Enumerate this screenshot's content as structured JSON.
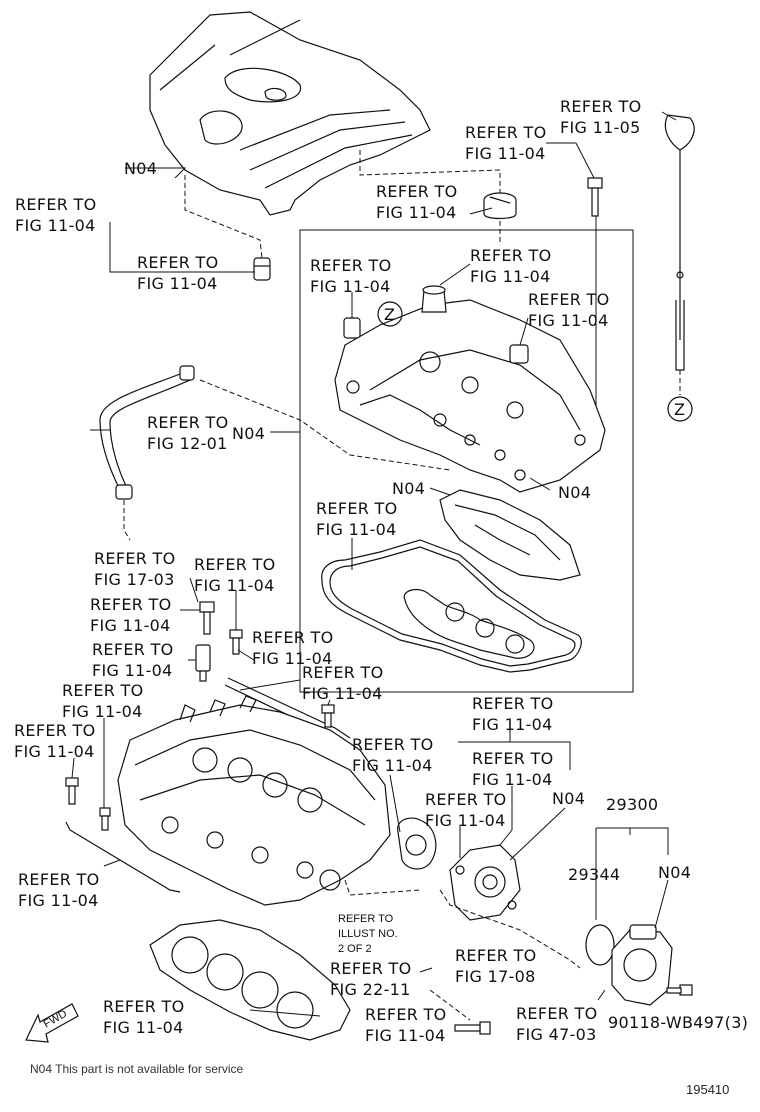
{
  "labels": {
    "ref_11_05_top_a": "REFER TO",
    "ref_11_05_top_b": "FIG 11-05",
    "ref_dipstick_a": "REFER TO",
    "ref_dipstick_b": "FIG 11-04",
    "ref_cover_left_a": "REFER TO",
    "ref_cover_left_b": "FIG 11-04",
    "ref_oilcap_a": "REFER TO",
    "ref_oilcap_b": "FIG 11-04",
    "ref_grommet_a": "REFER TO",
    "ref_grommet_b": "FIG 11-04",
    "ref_plug_mid_a": "REFER TO",
    "ref_plug_mid_b": "FIG 11-04",
    "ref_plug_left_a": "REFER TO",
    "ref_plug_left_b": "FIG 11-04",
    "ref_plug_right_a": "REFER TO",
    "ref_plug_right_b": "FIG 11-04",
    "ref_pcv_a": "REFER TO",
    "ref_pcv_b": "FIG 12-01",
    "ref_gasket_a": "REFER TO",
    "ref_gasket_b": "FIG 11-04",
    "ref_17_03_a": "REFER TO",
    "ref_17_03_b": "FIG 17-03",
    "ref_bolt_top_a": "REFER TO",
    "ref_bolt_top_b": "FIG 11-04",
    "ref_stud_a": "REFER TO",
    "ref_stud_b": "FIG 11-04",
    "ref_sensor_a": "REFER TO",
    "ref_sensor_b": "FIG 11-04",
    "ref_rail_a": "REFER TO",
    "ref_rail_b": "FIG 11-04",
    "ref_bolt_small_a": "REFER TO",
    "ref_bolt_small_b": "FIG 11-04",
    "ref_head_left_a": "REFER TO",
    "ref_head_left_b": "FIG 11-04",
    "ref_head_left2_a": "REFER TO",
    "ref_head_left2_b": "FIG 11-04",
    "ref_thermo_a": "REFER TO",
    "ref_thermo_b": "FIG 11-04",
    "ref_pump_top_a": "REFER TO",
    "ref_pump_top_b": "FIG 11-04",
    "ref_pump_mid_a": "REFER TO",
    "ref_pump_mid_b": "FIG 11-04",
    "ref_pump_low_a": "REFER TO",
    "ref_pump_low_b": "FIG 11-04",
    "ref_bracket_a": "REFER TO",
    "ref_bracket_b": "FIG 11-04",
    "ref_illust_a": "REFER TO",
    "ref_illust_b": "ILLUST NO.",
    "ref_illust_c": "2 OF 2",
    "ref_17_08_a": "REFER TO",
    "ref_17_08_b": "FIG 17-08",
    "ref_22_11_a": "REFER TO",
    "ref_22_11_b": "FIG 22-11",
    "ref_headgasket_a": "REFER TO",
    "ref_headgasket_b": "FIG 11-04",
    "ref_bottom_bolt_a": "REFER TO",
    "ref_bottom_bolt_b": "FIG 11-04",
    "ref_47_03_a": "REFER TO",
    "ref_47_03_b": "FIG 47-03",
    "n04_top": "N04",
    "n04_pcv": "N04",
    "n04_cover": "N04",
    "n04_baffle": "N04",
    "n04_pump": "N04",
    "n04_vac": "N04",
    "part_29300": "29300",
    "part_29344": "29344",
    "part_90118": "90118-WB497(3)",
    "z_left": "Z",
    "z_right": "Z",
    "fwd": "FWD"
  },
  "footnote": "N04 This part is not available for service",
  "diagram_id": "195410"
}
